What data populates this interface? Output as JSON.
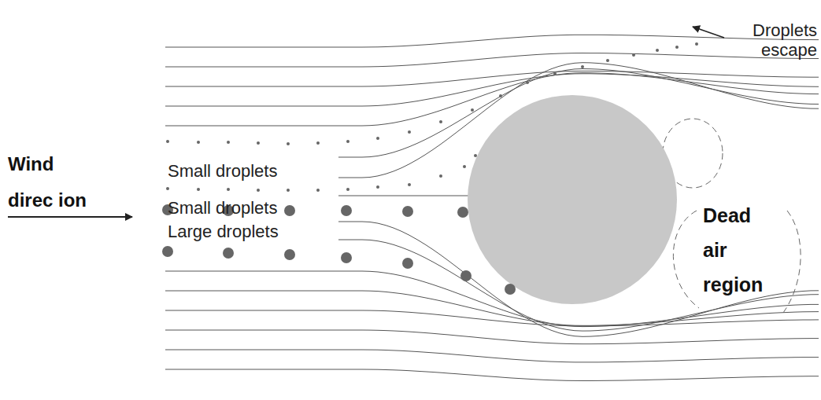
{
  "diagram": {
    "labels": [
      "Wind direc ion",
      "Small droplets",
      "Small droplets",
      "Large droplets",
      "Droplets escape",
      "Dead air region"
    ]
  }
}
